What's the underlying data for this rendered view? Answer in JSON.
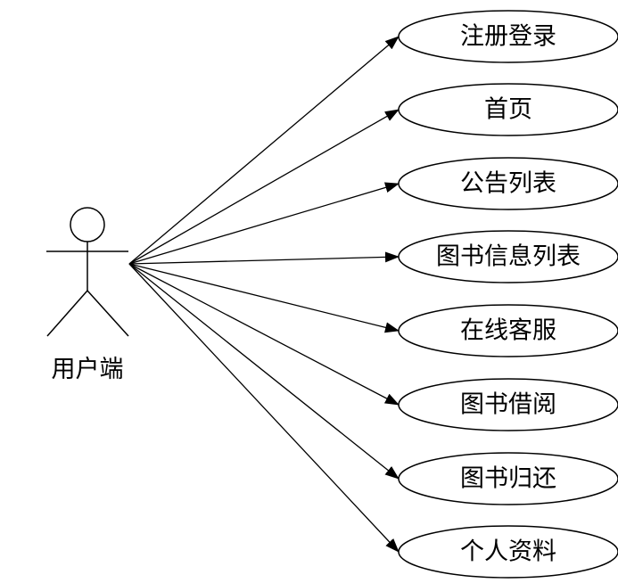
{
  "actor": {
    "label": "用户端"
  },
  "use_cases": [
    {
      "label": "注册登录"
    },
    {
      "label": "首页"
    },
    {
      "label": "公告列表"
    },
    {
      "label": "图书信息列表"
    },
    {
      "label": "在线客服"
    },
    {
      "label": "图书借阅"
    },
    {
      "label": "图书归还"
    },
    {
      "label": "个人资料"
    }
  ],
  "colors": {
    "stroke": "#000000",
    "background": "#ffffff"
  }
}
